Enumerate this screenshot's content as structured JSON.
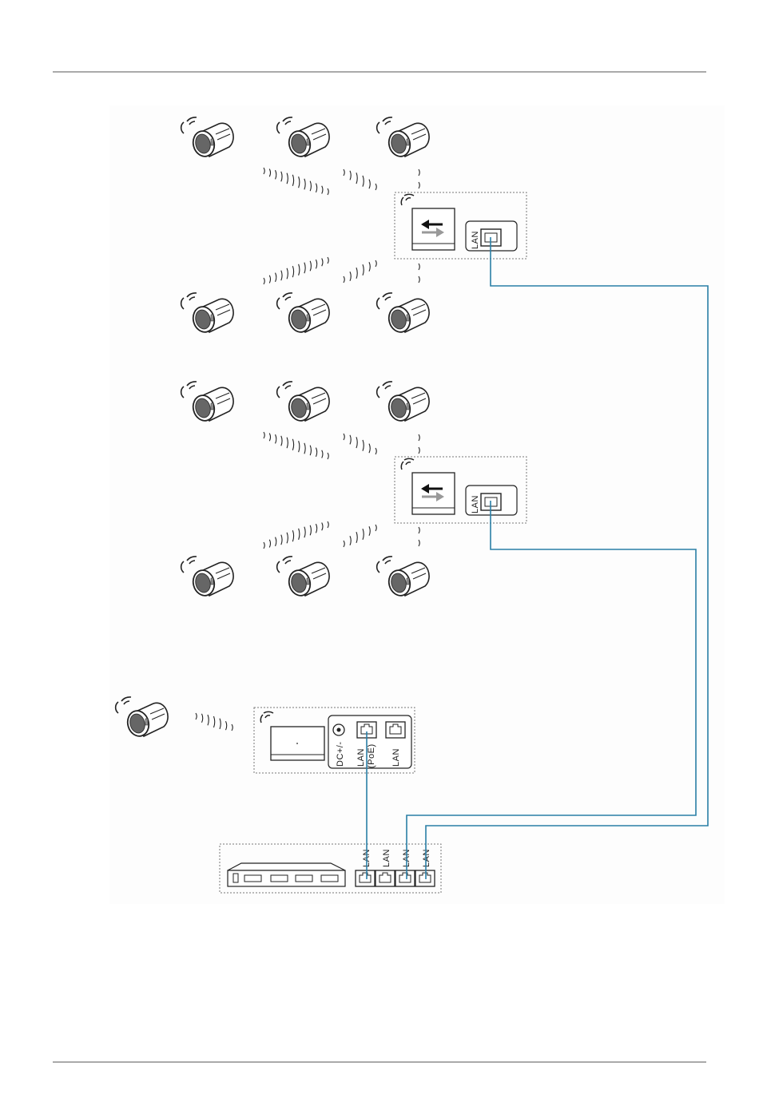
{
  "labels": {
    "lan": "LAN",
    "poe": "(PoE)",
    "dc": "DC+/-"
  },
  "colors": {
    "cable": "#2a7fa6",
    "line": "#222222",
    "dash": "#777777",
    "background": "#ffffff",
    "panel": "#f4f4f4"
  },
  "icons": {
    "camera": "wireless-camera-icon",
    "repeater": "wireless-repeater-icon",
    "hub": "hub-icon",
    "switch": "network-switch-icon"
  }
}
